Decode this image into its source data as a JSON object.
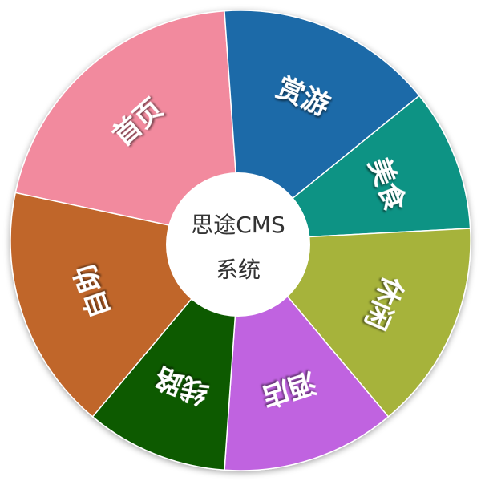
{
  "hub": {
    "line1": "思途CMS",
    "line2": "系统"
  },
  "segments": [
    {
      "id": "home",
      "label": "首页",
      "color": "#f28a9e"
    },
    {
      "id": "tour",
      "label": "赏游",
      "color": "#1a6aa8"
    },
    {
      "id": "food",
      "label": "美食",
      "color": "#0f9384"
    },
    {
      "id": "leisure",
      "label": "休闲",
      "color": "#a6b33a"
    },
    {
      "id": "hotel",
      "label": "酒店",
      "color": "#c064e0"
    },
    {
      "id": "route",
      "label": "线路",
      "color": "#0b5a06"
    },
    {
      "id": "self",
      "label": "自助",
      "color": "#c0662b"
    }
  ]
}
